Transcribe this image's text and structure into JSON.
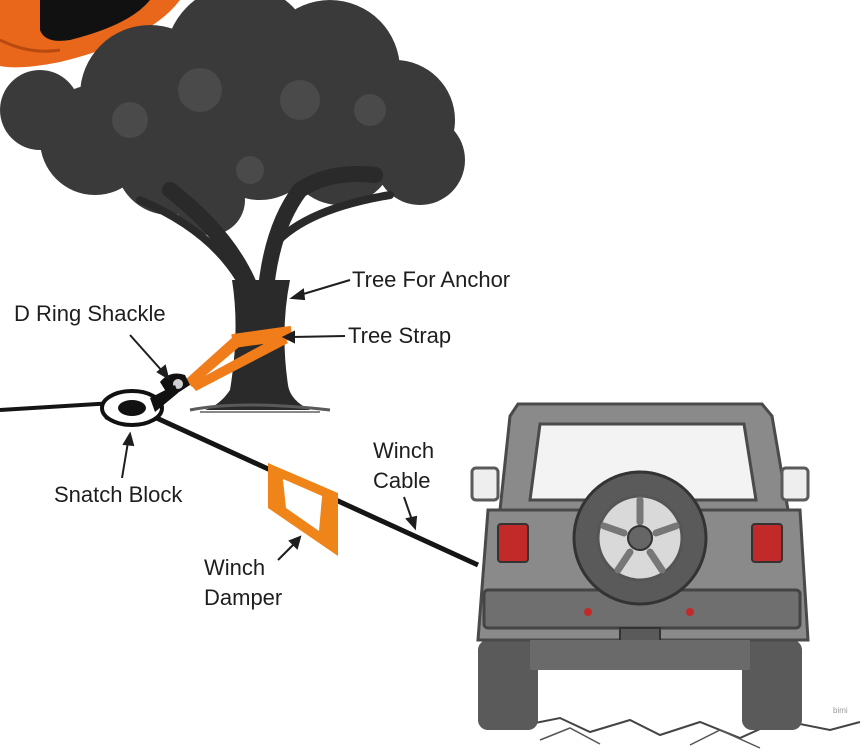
{
  "labels": {
    "tree_for_anchor": "Tree For Anchor",
    "d_ring_shackle": "D Ring Shackle",
    "tree_strap": "Tree Strap",
    "winch_cable_line1": "Winch",
    "winch_cable_line2": "Cable",
    "snatch_block": "Snatch Block",
    "winch_damper_line1": "Winch",
    "winch_damper_line2": "Damper"
  },
  "watermark": "bimi",
  "colors": {
    "strap_orange": "#f07d1a",
    "damper_orange": "#ef8419",
    "tree_canopy": "#3a3a3a",
    "tree_trunk": "#2a2a2a",
    "vehicle_body": "#8a8a8a",
    "vehicle_dark": "#5a5a5a",
    "cable": "#151515",
    "taillight_red": "#c22a2a"
  },
  "icons": [
    "tree-icon",
    "vehicle-icon",
    "snatch-block-icon",
    "shackle-icon",
    "damper-icon"
  ]
}
